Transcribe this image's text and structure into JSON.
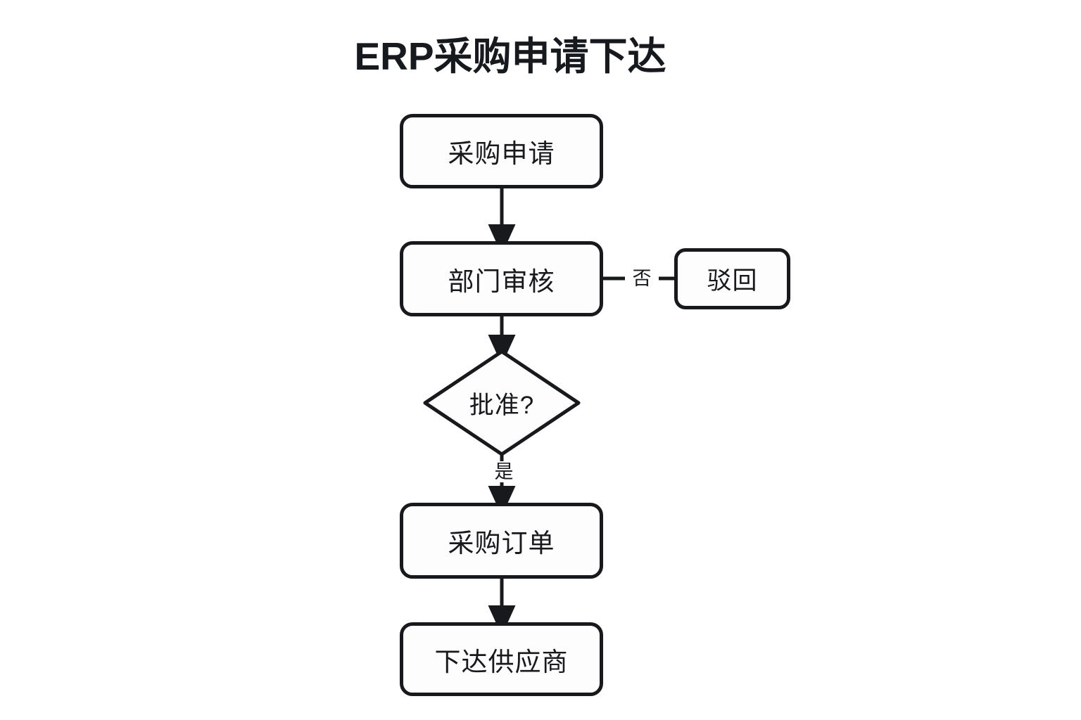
{
  "diagram": {
    "title": "ERP采购申请下达",
    "type": "flowchart",
    "background_color": "#ffffff",
    "stroke_color": "#17191c",
    "node_fill_color": "#fdfdfd",
    "nodes": [
      {
        "id": "request",
        "label": "采购申请",
        "shape": "rounded-rect"
      },
      {
        "id": "review",
        "label": "部门审核",
        "shape": "rounded-rect"
      },
      {
        "id": "reject",
        "label": "驳回",
        "shape": "rounded-rect"
      },
      {
        "id": "approve",
        "label": "批准?",
        "shape": "diamond"
      },
      {
        "id": "order",
        "label": "采购订单",
        "shape": "rounded-rect"
      },
      {
        "id": "issue",
        "label": "下达供应商",
        "shape": "rounded-rect"
      }
    ],
    "edges": [
      {
        "from": "request",
        "to": "review",
        "label": "",
        "arrow": true
      },
      {
        "from": "review",
        "to": "reject",
        "label": "否",
        "arrow": false
      },
      {
        "from": "review",
        "to": "approve",
        "label": "",
        "arrow": true
      },
      {
        "from": "approve",
        "to": "order",
        "label": "是",
        "arrow": true
      },
      {
        "from": "order",
        "to": "issue",
        "label": "",
        "arrow": true
      }
    ],
    "edge_labels": {
      "no": "否",
      "yes": "是"
    }
  }
}
